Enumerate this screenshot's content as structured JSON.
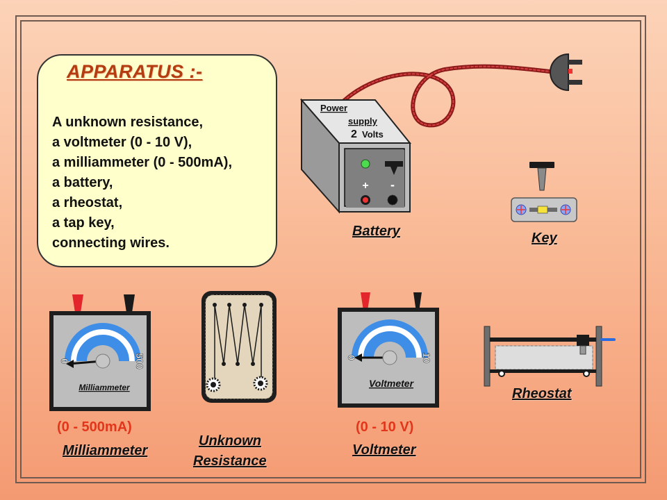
{
  "apparatus": {
    "heading": "APPARATUS :-",
    "items": [
      "A unknown resistance,",
      "a voltmeter (0 - 10 V),",
      "a milliammeter (0 - 500mA),",
      "a battery,",
      "a rheostat,",
      "a tap key,",
      "connecting wires."
    ]
  },
  "battery": {
    "label": "Battery",
    "panel_power": "Power",
    "panel_supply": "supply",
    "panel_volts_number": "2",
    "panel_volts_unit": "Volts",
    "plus": "+",
    "minus": "-"
  },
  "key": {
    "label": "Key"
  },
  "milliammeter": {
    "label": "Milliammeter",
    "range": "(0 - 500mA)",
    "dial_label": "Milliammeter",
    "scale_min": "0",
    "scale_max": "500"
  },
  "unknown_resistance": {
    "label_line1": "Unknown",
    "label_line2": "Resistance"
  },
  "voltmeter": {
    "label": "Voltmeter",
    "range": "(0 - 10 V)",
    "dial_label": "Voltmeter",
    "scale_min": "0",
    "scale_max": "10"
  },
  "rheostat": {
    "label": "Rheostat"
  },
  "colors": {
    "background_top": "#fcd3b8",
    "background_bottom": "#f49a72",
    "heading": "#b33c10",
    "range_text": "#e2361a",
    "dial_blue": "#3e8ee8",
    "positive_red": "#e3262b",
    "negative_black": "#1a1a1a"
  }
}
